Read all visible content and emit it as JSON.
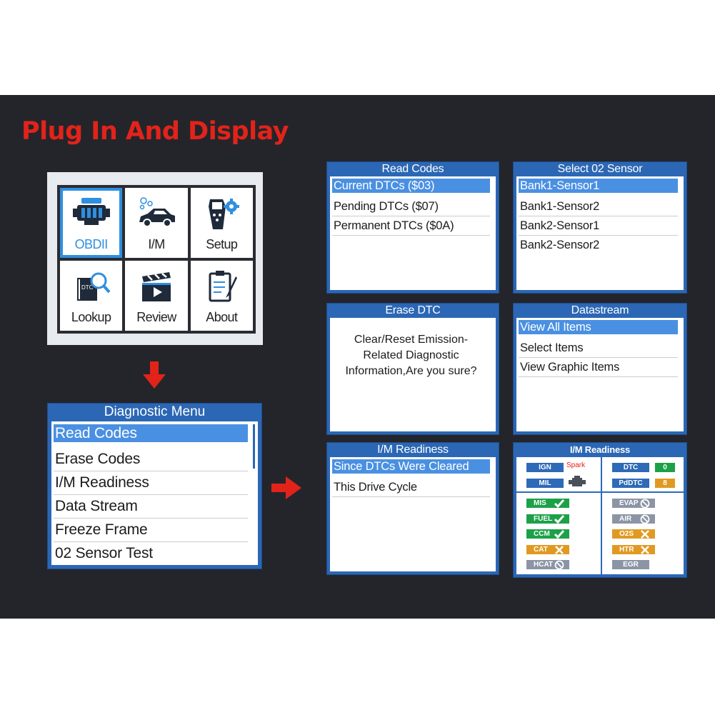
{
  "headline": "Plug In And Display",
  "main_menu": {
    "tiles": [
      {
        "label": "OBDII",
        "icon": "engine-icon",
        "selected": true
      },
      {
        "label": "I/M",
        "icon": "car-icon",
        "selected": false
      },
      {
        "label": "Setup",
        "icon": "scanner-gear-icon",
        "selected": false
      },
      {
        "label": "Lookup",
        "icon": "book-search-icon",
        "selected": false
      },
      {
        "label": "Review",
        "icon": "clapperboard-icon",
        "selected": false
      },
      {
        "label": "About",
        "icon": "clipboard-pen-icon",
        "selected": false
      }
    ]
  },
  "diagnostic_menu": {
    "title": "Diagnostic Menu",
    "items": [
      "Read Codes",
      "Erase Codes",
      "I/M Readiness",
      "Data Stream",
      "Freeze Frame",
      "02 Sensor Test"
    ]
  },
  "read_codes": {
    "title": "Read Codes",
    "items": [
      "Current DTCs ($03)",
      "Pending DTCs ($07)",
      "Permanent DTCs ($0A)"
    ]
  },
  "select_o2": {
    "title": "Select 02 Sensor",
    "items": [
      "Bank1-Sensor1",
      "Bank1-Sensor2",
      "Bank2-Sensor1",
      "Bank2-Sensor2"
    ]
  },
  "erase_dtc": {
    "title": "Erase DTC",
    "lines": [
      "Clear/Reset Emission-",
      "Related Diagnostic",
      "Information,Are you sure?"
    ]
  },
  "datastream": {
    "title": "Datastream",
    "items": [
      "View All Items",
      "Select Items",
      "View Graphic Items"
    ]
  },
  "im_readiness_menu": {
    "title": "I/M Readiness",
    "items": [
      "Since DTCs Were Cleared",
      "This Drive Cycle"
    ]
  },
  "im_readiness_status": {
    "title": "I/M Readiness",
    "ign": "IGN",
    "spark": "Spark",
    "mil": "MIL",
    "dtc": "DTC",
    "dtc_value": "0",
    "pddtc": "PdDTC",
    "pddtc_value": "8",
    "monitors_left": [
      {
        "name": "MIS",
        "status": "check",
        "color": "#1ca148"
      },
      {
        "name": "FUEL",
        "status": "check",
        "color": "#1ca148"
      },
      {
        "name": "CCM",
        "status": "check",
        "color": "#1ca148"
      },
      {
        "name": "CAT",
        "status": "cross",
        "color": "#e09a22"
      },
      {
        "name": "HCAT",
        "status": "na",
        "color": "#8b95a5"
      }
    ],
    "monitors_right": [
      {
        "name": "EVAP",
        "status": "na",
        "color": "#8b95a5"
      },
      {
        "name": "AIR",
        "status": "na",
        "color": "#8b95a5"
      },
      {
        "name": "O2S",
        "status": "cross",
        "color": "#e09a22"
      },
      {
        "name": "HTR",
        "status": "cross",
        "color": "#e09a22"
      },
      {
        "name": "EGR",
        "status": "none",
        "color": "#8b95a5"
      }
    ]
  },
  "colors": {
    "background": "#24252a",
    "headline": "#e2231a",
    "screen_frame": "#2b67b5",
    "selection": "#4a90e2",
    "arrow": "#e2231a"
  }
}
